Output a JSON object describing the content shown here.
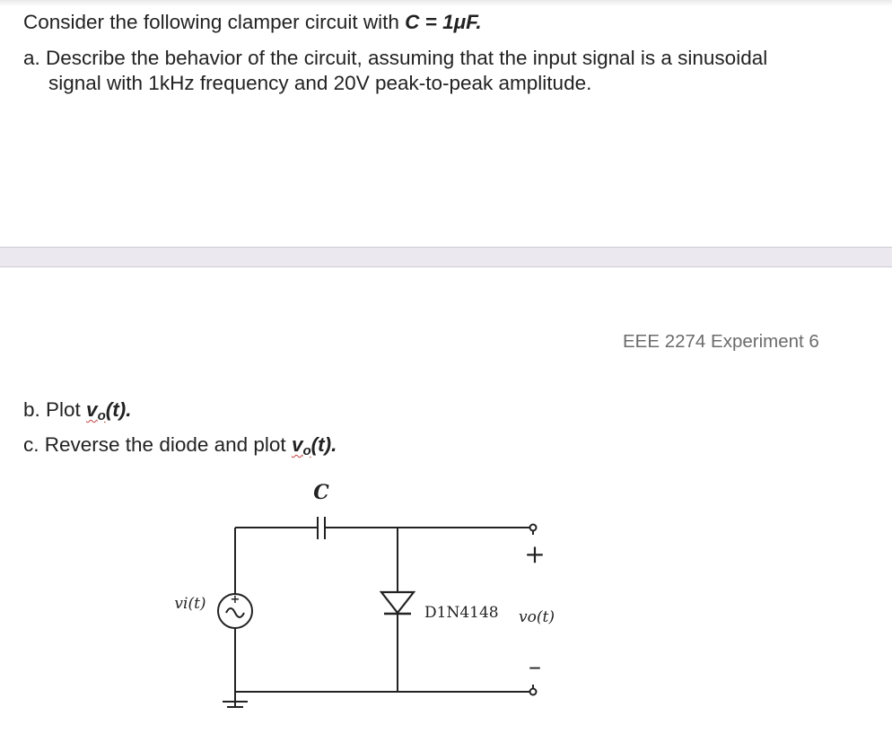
{
  "intro": {
    "prefix": "Consider the following clamper circuit with ",
    "param": "C = 1μF."
  },
  "question_a": {
    "marker": "a.",
    "line1": "Describe the behavior of the circuit, assuming that the input signal is a sinusoidal",
    "line2": "signal with 1kHz frequency and 20V peak-to-peak amplitude."
  },
  "footer": {
    "text": "EEE 2274 Experiment 6"
  },
  "question_b": {
    "prefix": "b. Plot ",
    "v": "v",
    "sub": "o",
    "tail": "(t)."
  },
  "question_c": {
    "prefix": "c. Reverse the diode and plot ",
    "v": "v",
    "sub": "o",
    "tail": "(t)."
  },
  "circuit": {
    "capacitor_label": "C",
    "source_label": "vi(t)",
    "diode_label": "D1N4148",
    "output_label": "vo(t)",
    "plus_sign": "+",
    "minus_sign": "–",
    "source_plus": "+"
  }
}
